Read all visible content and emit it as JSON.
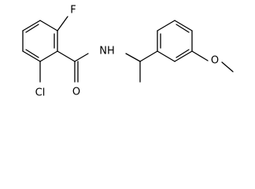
{
  "structure": {
    "atom_labels": {
      "F": "F",
      "Cl": "Cl",
      "O_carbonyl": "O",
      "NH": "NH",
      "O_ether": "O"
    }
  }
}
